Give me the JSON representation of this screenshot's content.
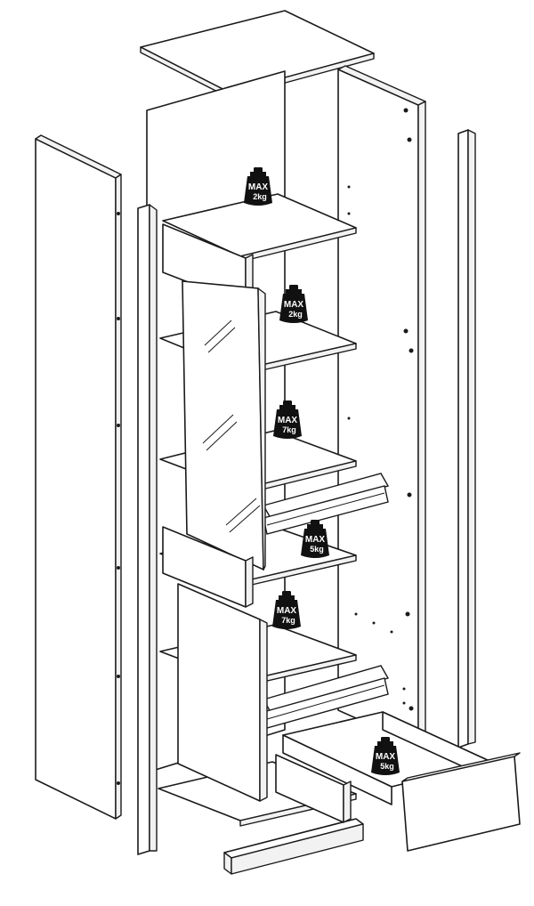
{
  "colors": {
    "line": "#1a1a1a",
    "panel": "#ffffff",
    "weight": "#111111"
  },
  "weights": [
    {
      "name": "weight-top-shelf",
      "max_label": "MAX",
      "load": "2kg"
    },
    {
      "name": "weight-shelf-2",
      "max_label": "MAX",
      "load": "2kg"
    },
    {
      "name": "weight-shelf-3",
      "max_label": "MAX",
      "load": "7kg"
    },
    {
      "name": "weight-shelf-4",
      "max_label": "MAX",
      "load": "5kg"
    },
    {
      "name": "weight-shelf-5",
      "max_label": "MAX",
      "load": "7kg"
    },
    {
      "name": "weight-drawer",
      "max_label": "MAX",
      "load": "5kg"
    }
  ]
}
